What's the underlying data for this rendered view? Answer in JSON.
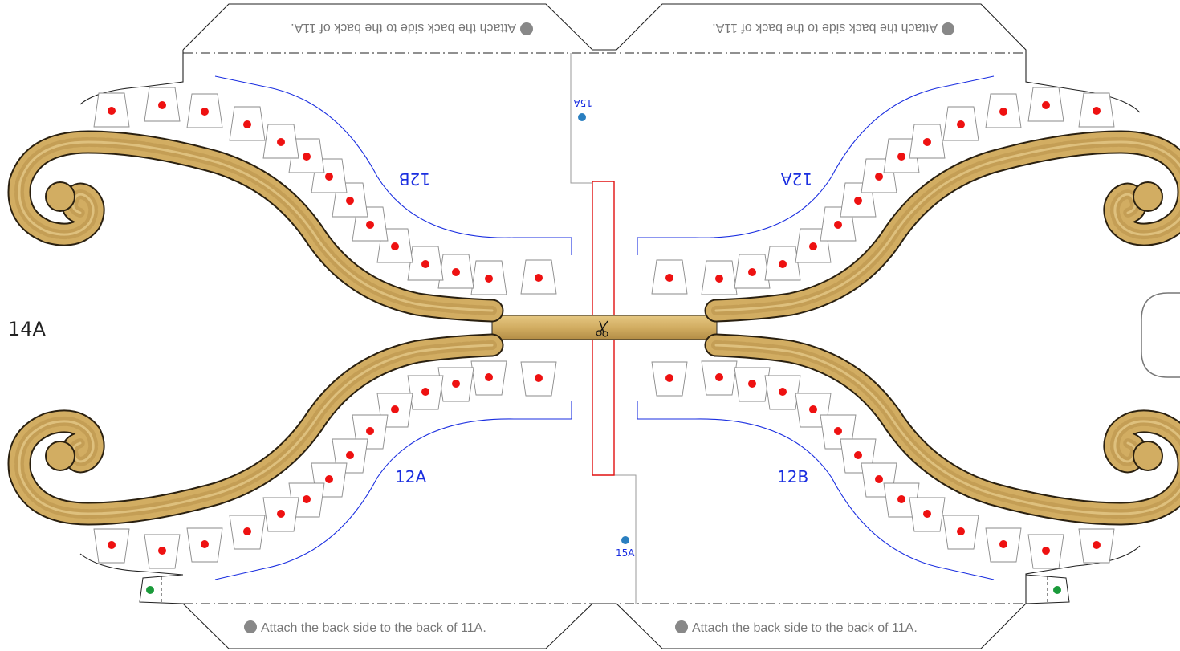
{
  "page_label": "14A",
  "instructions": {
    "top_left": "Attach the back side to the back of 11A.",
    "top_right": "Attach the back side to the back of 11A.",
    "bottom_left": "Attach the back side to the back of 11A.",
    "bottom_right": "Attach the back side to the back of 11A."
  },
  "part_labels": {
    "top_left": "12B",
    "top_right": "12A",
    "bottom_left": "12A",
    "bottom_right": "12B",
    "tab_top": "15A",
    "tab_bottom": "15A"
  },
  "colors": {
    "gold": "#d2ad62",
    "gold_dark": "#8a6a2a",
    "outline": "#222222",
    "tab_outline": "#9a9a9a",
    "glue_dot": "#ee1111",
    "blue_line": "#1a2ee0",
    "blue_dot": "#2a7fc0",
    "green_dot": "#1a9a3a",
    "cut_line": "#e01010",
    "grey_dot": "#888888"
  },
  "icons": [
    "scissors-icon"
  ]
}
